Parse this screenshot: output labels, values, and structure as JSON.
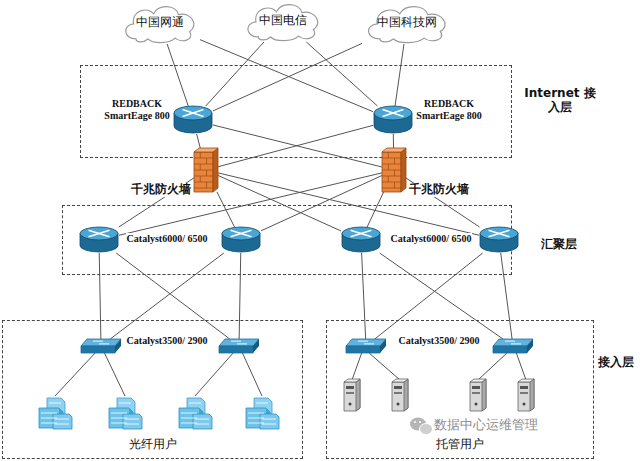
{
  "diagram": {
    "nodes": [
      {
        "text": [
          "中国网通"
        ]
      },
      {
        "text": [
          "中国电信"
        ]
      },
      {
        "text": [
          "中国科技网"
        ]
      },
      {
        "text": [
          "Internet 接入层"
        ]
      },
      {
        "text": [
          "REDBACK SmartEage 800"
        ],
        "in": 3
      },
      {
        "text": [
          "REDBACK SmartEage 800"
        ],
        "in": 3
      },
      {
        "text": [
          "千兆防火墙"
        ]
      },
      {
        "text": [
          "千兆防火墙"
        ]
      },
      {
        "text": [
          "汇聚层"
        ]
      },
      {
        "text": [
          "Catalyst6000/ 6500"
        ],
        "in": 8
      },
      {
        "text": [],
        "in": 8
      },
      {
        "text": [
          "Catalyst6000/ 6500"
        ],
        "in": 8
      },
      {
        "text": [],
        "in": 8
      },
      {
        "text": [
          "光纤用户"
        ]
      },
      {
        "text": [
          "Catalyst3500/ 2900"
        ],
        "in": 13
      },
      {
        "text": [],
        "in": 13
      },
      {
        "text": [
          "托管用户"
        ]
      },
      {
        "text": [
          "Catalyst3500/ 2900"
        ],
        "in": 16
      },
      {
        "text": [],
        "in": 16
      }
    ],
    "edges": [
      {
        "from": 0,
        "to": 4,
        "arrow": "none"
      },
      {
        "from": 0,
        "to": 5,
        "arrow": "none"
      },
      {
        "from": 1,
        "to": 4,
        "arrow": "none"
      },
      {
        "from": 1,
        "to": 5,
        "arrow": "none"
      },
      {
        "from": 2,
        "to": 4,
        "arrow": "none"
      },
      {
        "from": 2,
        "to": 5,
        "arrow": "none"
      },
      {
        "from": 4,
        "to": 6,
        "arrow": "none"
      },
      {
        "from": 4,
        "to": 7,
        "arrow": "none"
      },
      {
        "from": 5,
        "to": 6,
        "arrow": "none"
      },
      {
        "from": 5,
        "to": 7,
        "arrow": "none"
      },
      {
        "from": 6,
        "to": 9,
        "arrow": "none"
      },
      {
        "from": 6,
        "to": 10,
        "arrow": "none"
      },
      {
        "from": 6,
        "to": 11,
        "arrow": "none"
      },
      {
        "from": 6,
        "to": 12,
        "arrow": "none"
      },
      {
        "from": 7,
        "to": 9,
        "arrow": "none"
      },
      {
        "from": 7,
        "to": 10,
        "arrow": "none"
      },
      {
        "from": 7,
        "to": 11,
        "arrow": "none"
      },
      {
        "from": 7,
        "to": 12,
        "arrow": "none"
      },
      {
        "from": 9,
        "to": 14,
        "arrow": "none"
      },
      {
        "from": 9,
        "to": 15,
        "arrow": "none"
      },
      {
        "from": 10,
        "to": 14,
        "arrow": "none"
      },
      {
        "from": 10,
        "to": 15,
        "arrow": "none"
      },
      {
        "from": 11,
        "to": 17,
        "arrow": "none"
      },
      {
        "from": 11,
        "to": 18,
        "arrow": "none"
      },
      {
        "from": 12,
        "to": 17,
        "arrow": "none"
      },
      {
        "from": 12,
        "to": 18,
        "arrow": "none"
      }
    ],
    "labels": [
      "接入层",
      "数据中心运维管理"
    ]
  }
}
